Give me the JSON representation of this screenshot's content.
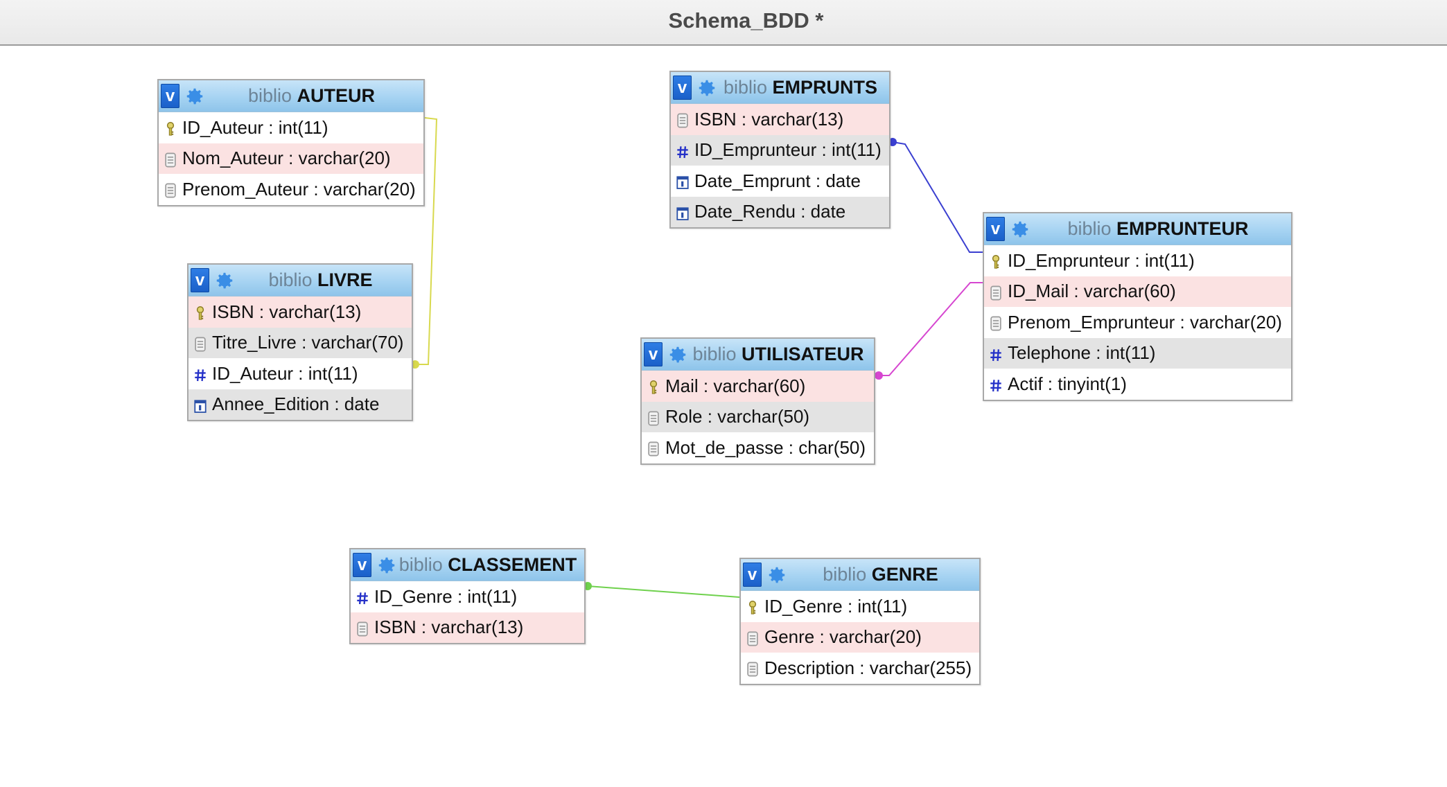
{
  "window": {
    "title": "Schema_BDD *"
  },
  "tables": [
    {
      "id": "auteur",
      "schema": "biblio",
      "name": "AUTEUR",
      "fields": [
        {
          "text": "ID_Auteur : int(11)",
          "icon": "primary-key-icon",
          "bg": "white"
        },
        {
          "text": "Nom_Auteur : varchar(20)",
          "icon": "text-field-icon",
          "bg": "pink"
        },
        {
          "text": "Prenom_Auteur : varchar(20)",
          "icon": "text-field-icon",
          "bg": "white"
        }
      ]
    },
    {
      "id": "livre",
      "schema": "biblio",
      "name": "LIVRE",
      "fields": [
        {
          "text": "ISBN : varchar(13)",
          "icon": "primary-key-icon",
          "bg": "pink"
        },
        {
          "text": "Titre_Livre : varchar(70)",
          "icon": "text-field-icon",
          "bg": "gray"
        },
        {
          "text": "ID_Auteur : int(11)",
          "icon": "numeric-field-icon",
          "bg": "white"
        },
        {
          "text": "Annee_Edition : date",
          "icon": "date-field-icon",
          "bg": "gray"
        }
      ]
    },
    {
      "id": "emprunts",
      "schema": "biblio",
      "name": "EMPRUNTS",
      "fields": [
        {
          "text": "ISBN : varchar(13)",
          "icon": "text-field-icon",
          "bg": "pink"
        },
        {
          "text": "ID_Emprunteur : int(11)",
          "icon": "numeric-field-icon",
          "bg": "gray"
        },
        {
          "text": "Date_Emprunt : date",
          "icon": "date-field-icon",
          "bg": "white"
        },
        {
          "text": "Date_Rendu : date",
          "icon": "date-field-icon",
          "bg": "gray"
        }
      ]
    },
    {
      "id": "utilisateur",
      "schema": "biblio",
      "name": "UTILISATEUR",
      "fields": [
        {
          "text": "Mail : varchar(60)",
          "icon": "primary-key-icon",
          "bg": "pink"
        },
        {
          "text": "Role : varchar(50)",
          "icon": "text-field-icon",
          "bg": "gray"
        },
        {
          "text": "Mot_de_passe : char(50)",
          "icon": "text-field-icon",
          "bg": "white"
        }
      ]
    },
    {
      "id": "emprunteur",
      "schema": "biblio",
      "name": "EMPRUNTEUR",
      "fields": [
        {
          "text": "ID_Emprunteur : int(11)",
          "icon": "primary-key-icon",
          "bg": "white"
        },
        {
          "text": "ID_Mail : varchar(60)",
          "icon": "text-field-icon",
          "bg": "pink"
        },
        {
          "text": "Prenom_Emprunteur : varchar(20)",
          "icon": "text-field-icon",
          "bg": "white"
        },
        {
          "text": "Telephone : int(11)",
          "icon": "numeric-field-icon",
          "bg": "gray"
        },
        {
          "text": "Actif : tinyint(1)",
          "icon": "numeric-field-icon",
          "bg": "white"
        }
      ]
    },
    {
      "id": "classement",
      "schema": "biblio",
      "name": "CLASSEMENT",
      "fields": [
        {
          "text": "ID_Genre : int(11)",
          "icon": "numeric-field-icon",
          "bg": "white"
        },
        {
          "text": "ISBN : varchar(13)",
          "icon": "text-field-icon",
          "bg": "pink"
        }
      ]
    },
    {
      "id": "genre",
      "schema": "biblio",
      "name": "GENRE",
      "fields": [
        {
          "text": "ID_Genre : int(11)",
          "icon": "primary-key-icon",
          "bg": "white"
        },
        {
          "text": "Genre : varchar(20)",
          "icon": "text-field-icon",
          "bg": "pink"
        },
        {
          "text": "Description : varchar(255)",
          "icon": "text-field-icon",
          "bg": "white"
        }
      ]
    }
  ],
  "relations": [
    {
      "from": "livre.ID_Auteur",
      "to": "auteur.ID_Auteur",
      "color": "#d8d94e"
    },
    {
      "from": "emprunts.ID_Emprunteur",
      "to": "emprunteur.ID_Emprunteur",
      "color": "#3a3fd0"
    },
    {
      "from": "utilisateur.Mail",
      "to": "emprunteur.ID_Mail",
      "color": "#d646d0"
    },
    {
      "from": "classement.ID_Genre",
      "to": "genre.ID_Genre",
      "color": "#6fd14d"
    }
  ]
}
